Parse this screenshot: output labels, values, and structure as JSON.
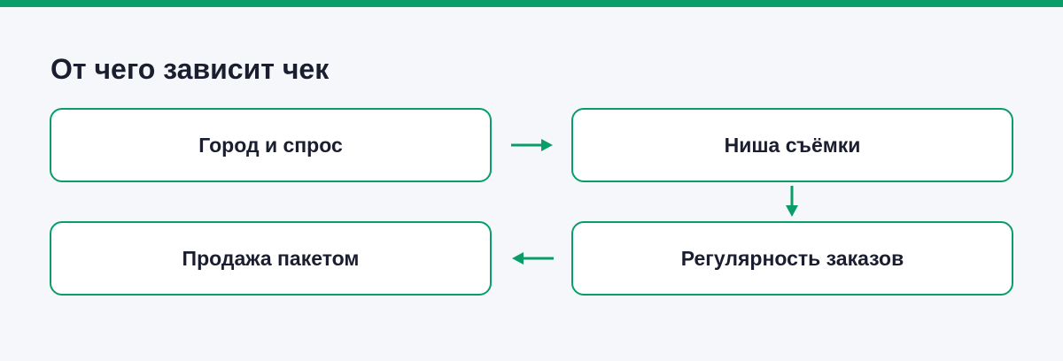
{
  "title": "От чего зависит чек",
  "colors": {
    "accent": "#0a9d68",
    "background": "#f6f7fa",
    "text": "#1b1e2e"
  },
  "nodes": [
    {
      "label": "Город и спрос"
    },
    {
      "label": "Ниша съёмки"
    },
    {
      "label": "Регулярность заказов"
    },
    {
      "label": "Продажа пакетом"
    }
  ],
  "edges": [
    {
      "from": "Город и спрос",
      "to": "Ниша съёмки"
    },
    {
      "from": "Ниша съёмки",
      "to": "Регулярность заказов"
    },
    {
      "from": "Регулярность заказов",
      "to": "Продажа пакетом"
    }
  ]
}
